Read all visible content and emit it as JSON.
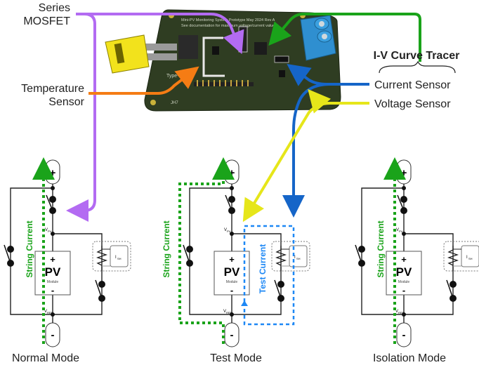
{
  "labels": {
    "series_mosfet_1": "Series",
    "series_mosfet_2": "MOSFET",
    "temp_sensor_1": "Temperature",
    "temp_sensor_2": "Sensor",
    "iv_curve_tracer": "I-V Curve Tracer",
    "current_sensor": "Current Sensor",
    "voltage_sensor": "Voltage Sensor"
  },
  "pcb": {
    "title": "Mini-PV Monitoring System Prototype   May 2024 Rev A",
    "subtitle": "See documentation for maximum voltage/current values",
    "thermocouple": "Type-K",
    "designator": "JH7"
  },
  "circuit": {
    "plus": "+",
    "minus": "-",
    "pv": "PV",
    "module": "Module",
    "vpv": "V",
    "vpv_sub": "PV",
    "vref": "V",
    "vref_sub": "REF",
    "ish": "I",
    "ish_sub": "SH",
    "string_current": "String Current",
    "test_current": "Test Current"
  },
  "modes": [
    {
      "label": "Normal Mode"
    },
    {
      "label": "Test Mode"
    },
    {
      "label": "Isolation Mode"
    }
  ],
  "colors": {
    "series_mosfet": "#b36bf2",
    "temperature_sensor": "#f57c14",
    "iv_curve_tracer": "#1aa31a",
    "current_sensor": "#1565c8",
    "voltage_sensor": "#e6e61a",
    "string_current": "#1aa31a",
    "test_current": "#1e88f5",
    "pcb": "#2f3d22"
  }
}
